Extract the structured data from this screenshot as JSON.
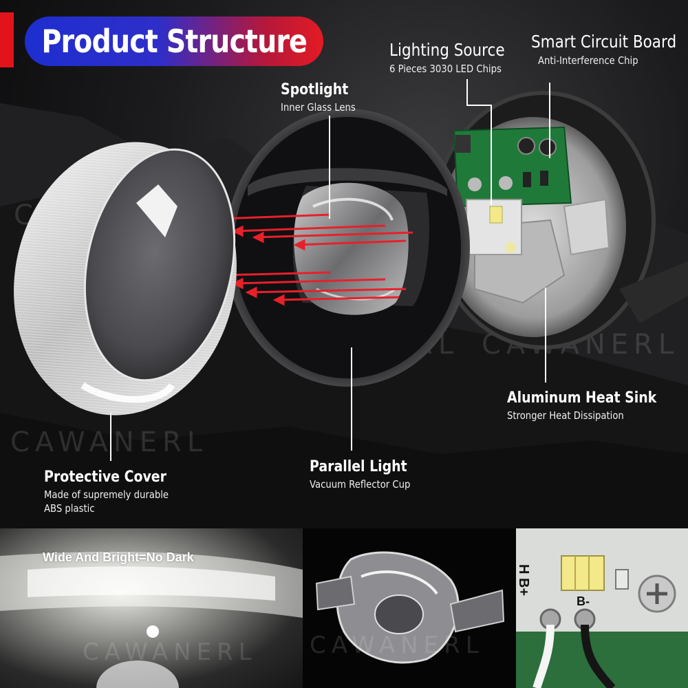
{
  "title": "Product Structure",
  "watermark": "CAWANERL",
  "labels": {
    "spotlight": {
      "heading": "Spotlight",
      "sub": "Inner Glass Lens"
    },
    "lighting_source": {
      "heading": "Lighting Source",
      "sub": "6 Pieces 3030 LED Chips"
    },
    "smart_circuit_board": {
      "heading": "Smart Circuit Board",
      "sub": "Anti-Interference Chip"
    },
    "aluminum_heat_sink": {
      "heading": "Aluminum Heat Sink",
      "sub": "Stronger Heat Dissipation"
    },
    "parallel_light": {
      "heading": "Parallel Light",
      "sub": "Vacuum Reflector Cup"
    },
    "protective_cover": {
      "heading": "Protective Cover",
      "sub_line1": "Made of supremely durable",
      "sub_line2": "ABS plastic"
    }
  },
  "bottom_panels": {
    "beam_caption": "Wide And Bright=No Dark",
    "board_marking_1": "H B+",
    "board_marking_2": "B-"
  },
  "colors": {
    "accent_red": "#e3131b",
    "accent_blue": "#1d2ecf",
    "beam_arrow": "#e8202a",
    "pcb_green": "#1f7a3a",
    "led_yellow": "#f3e98a"
  }
}
